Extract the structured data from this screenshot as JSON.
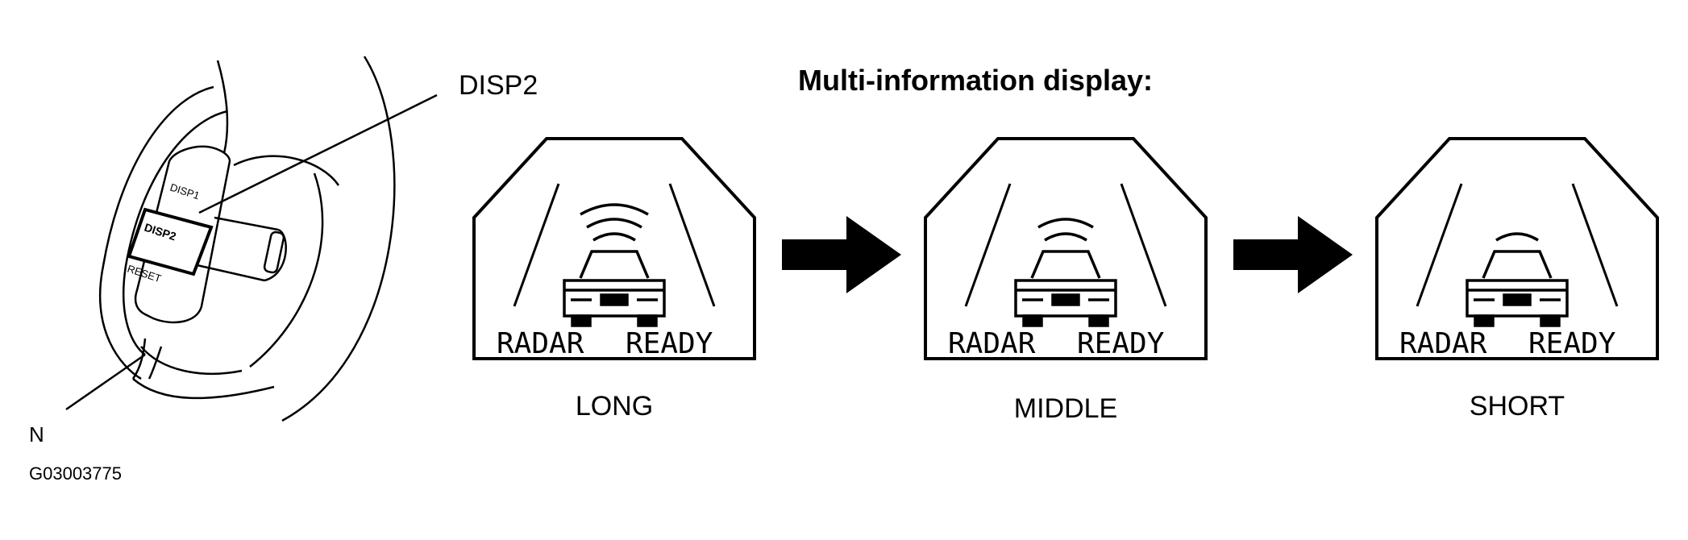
{
  "callout_label": "DISP2",
  "title": "Multi-information  display:",
  "switch_buttons": {
    "top": "DISP1",
    "middle": "DISP2",
    "bottom": "RESET"
  },
  "displays": [
    {
      "label": "LONG",
      "radar_text": "RADAR",
      "ready_text": "READY",
      "wave_count": 3
    },
    {
      "label": "MIDDLE",
      "radar_text": "RADAR",
      "ready_text": "READY",
      "wave_count": 2
    },
    {
      "label": "SHORT",
      "radar_text": "RADAR",
      "ready_text": "READY",
      "wave_count": 1
    }
  ],
  "corner_label": "N",
  "figure_id": "G03003775",
  "icons": {
    "arrow": "right-arrow-icon",
    "car": "car-front-icon",
    "waves": "radar-wave-icon"
  }
}
